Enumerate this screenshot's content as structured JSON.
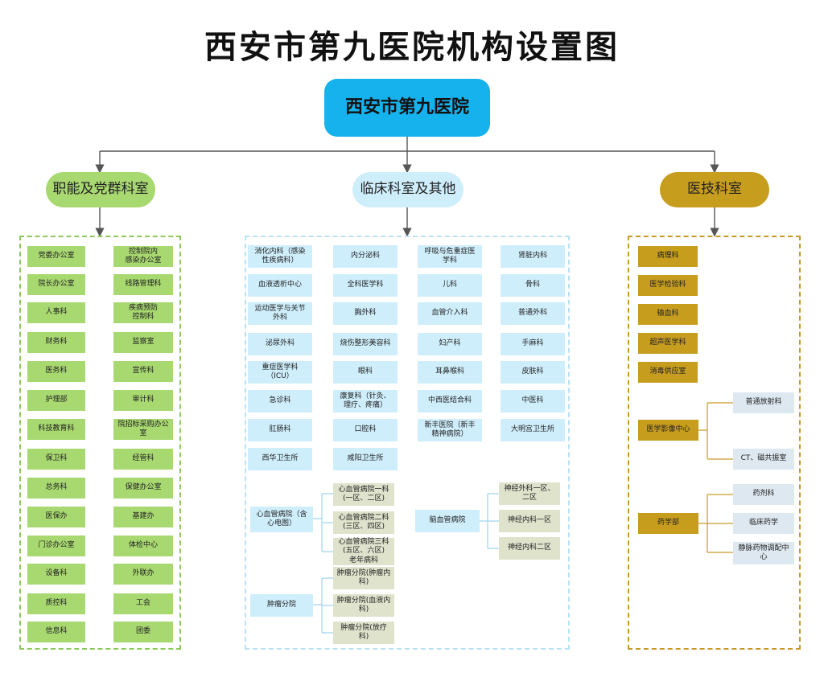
{
  "title": "西安市第九医院机构设置图",
  "root": "西安市第九医院",
  "categories": {
    "func": "职能及党群科室",
    "clin": "临床科室及其他",
    "tech": "医技科室"
  },
  "functional": {
    "left": [
      "党委办公室",
      "院长办公室",
      "人事科",
      "财务科",
      "医务科",
      "护理部",
      "科技教育科",
      "保卫科",
      "总务科",
      "医保办",
      "门诊办公室",
      "设备科",
      "质控科",
      "信息科"
    ],
    "right": [
      "控制院内\n感染办公室",
      "线路管理科",
      "疾病预防\n控制科",
      "监察室",
      "宣传科",
      "审计科",
      "院招标采购办公\n室",
      "经管科",
      "保健办公室",
      "基建办",
      "体检中心",
      "外联办",
      "工会",
      "团委"
    ]
  },
  "clinical": {
    "col1": [
      "消化内科（感染\n性疾病科）",
      "血液透析中心",
      "运动医学与关节\n外科",
      "泌尿外科",
      "重症医学科\n（ICU）",
      "急诊科",
      "肛肠科",
      "西华卫生所"
    ],
    "col2": [
      "内分泌科",
      "全科医学科",
      "胸外科",
      "烧伤整形美容科",
      "眼科",
      "康复科（针灸、\n理疗、疼痛）",
      "口腔科",
      "咸阳卫生所"
    ],
    "col3": [
      "呼吸与危重症医\n学科",
      "儿科",
      "血管介入科",
      "妇产科",
      "耳鼻喉科",
      "中西医结合科",
      "新丰医院（新丰\n精神病院）"
    ],
    "col4": [
      "肾脏内科",
      "骨科",
      "普通外科",
      "手麻科",
      "皮肤科",
      "中医科",
      "大明宫卫生所"
    ],
    "cardio": {
      "name": "心血管病院（含\n心电图）",
      "subs": [
        "心血管病院一科\n(一区、二区)",
        "心血管病院二科\n(三区、四区)",
        "心血管病院三科\n(五区、六区)\n老年病科"
      ]
    },
    "tumor": {
      "name": "肿瘤分院",
      "subs": [
        "肿瘤分院(肿瘤内\n科)",
        "肿瘤分院(血液内\n科)",
        "肿瘤分院(放疗\n科)"
      ]
    },
    "brain": {
      "name": "脑血管病院",
      "subs": [
        "神经外科一区、\n二区",
        "神经内科一区",
        "神经内科二区"
      ]
    }
  },
  "tech": {
    "list": [
      "病理科",
      "医学检验科",
      "输血科",
      "超声医学科",
      "消毒供应室"
    ],
    "imaging": {
      "name": "医学影像中心",
      "subs": [
        "普通放射科",
        "CT、磁共振室"
      ]
    },
    "pharmacy": {
      "name": "药学部",
      "subs": [
        "药剂科",
        "临床药学",
        "静脉药物调配中\n心"
      ]
    }
  },
  "colors": {
    "root": "#16b2ee",
    "functional": "#a8d870",
    "clinical": "#cfeefc",
    "tech": "#c79d1e",
    "sub_clinical": "#dfe3cc",
    "sub_tech": "#dee8f0",
    "line_main": "#555555",
    "line_tech": "#c99a2a",
    "line_clin": "#9fd4ee"
  }
}
